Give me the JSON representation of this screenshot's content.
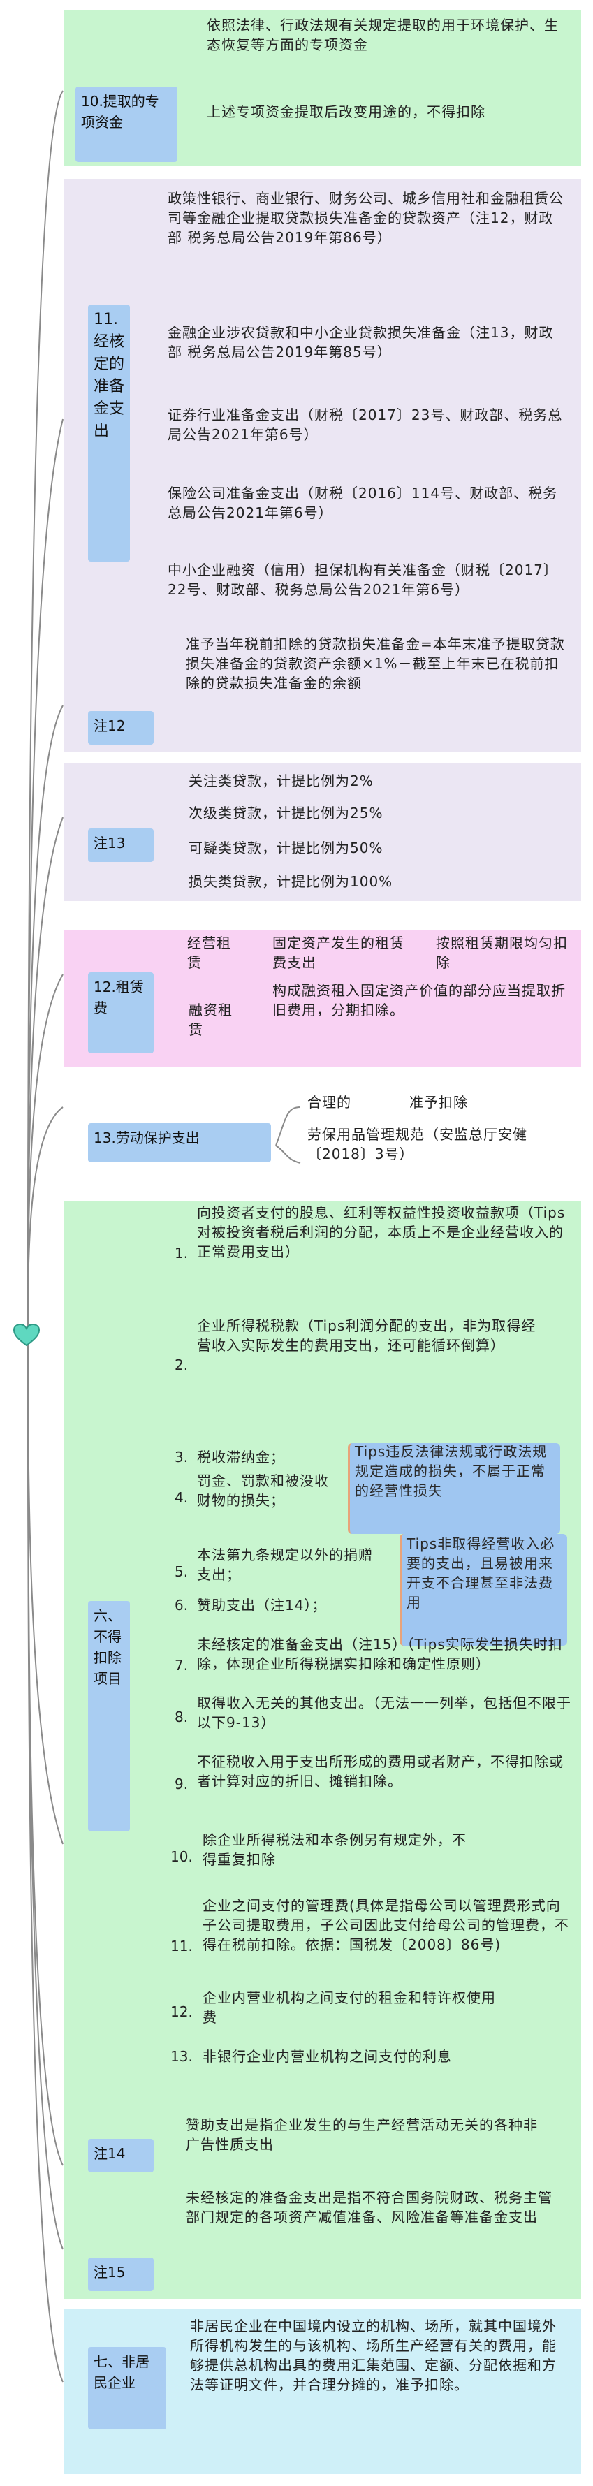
{
  "sec10": {
    "label": "10.提取的专项资金",
    "items": [
      "依照法律、行政法规有关规定提取的用于环境保护、生态恢复等方面的专项资金",
      "上述专项资金提取后改变用途的，不得扣除"
    ]
  },
  "sec11": {
    "label": "11.经核定的准备金支出",
    "items": [
      "政策性银行、商业银行、财务公司、城乡信用社和金融租赁公司等金融企业提取贷款损失准备金的贷款资产（注12，财政部 税务总局公告2019年第86号）",
      "金融企业涉农贷款和中小企业贷款损失准备金（注13，财政部 税务总局公告2019年第85号）",
      "证券行业准备金支出（财税〔2017〕23号、财政部、税务总局公告2021年第6号）",
      "保险公司准备金支出（财税〔2016〕114号、财政部、税务总局公告2021年第6号）",
      "中小企业融资（信用）担保机构有关准备金（财税〔2017〕22号、财政部、税务总局公告2021年第6号）"
    ]
  },
  "note12": {
    "label": "注12",
    "text": "准予当年税前扣除的贷款损失准备金=本年末准予提取贷款损失准备金的贷款资产余额×1%－截至上年末已在税前扣除的贷款损失准备金的余额"
  },
  "note13": {
    "label": "注13",
    "items": [
      "关注类贷款，计提比例为2%",
      "次级类贷款，计提比例为25%",
      "可疑类贷款，计提比例为50%",
      "损失类贷款，计提比例为100%"
    ]
  },
  "sec12": {
    "label": "12.租赁费",
    "op_label": "经营租赁",
    "op_mid": "固定资产发生的租赁费支出",
    "op_right": "按照租赁期限均匀扣除",
    "fin_label": "融资租赁",
    "fin_text": "构成融资租入固定资产价值的部分应当提取折旧费用，分期扣除。"
  },
  "sec13": {
    "label": "13.劳动保护支出",
    "item1_a": "合理的",
    "item1_b": "准予扣除",
    "item2": "劳保用品管理规范（安监总厅安健〔2018〕3号）"
  },
  "sec6": {
    "label": "六、不得扣除项目",
    "items": [
      {
        "num": "1.",
        "text": "向投资者支付的股息、红利等权益性投资收益款项（Tips对被投资者税后利润的分配，本质上不是企业经营收入的正常费用支出）"
      },
      {
        "num": "2.",
        "text": "企业所得税税款（Tips利润分配的支出，非为取得经营收入实际发生的费用支出，还可能循环倒算）"
      },
      {
        "num": "3.",
        "text": "税收滞纳金；"
      },
      {
        "num": "4.",
        "text": "罚金、罚款和被没收财物的损失；"
      },
      {
        "num": "5.",
        "text": "本法第九条规定以外的捐赠支出；"
      },
      {
        "num": "6.",
        "text": "赞助支出（注14）；"
      },
      {
        "num": "7.",
        "text": "未经核定的准备金支出（注15）（Tips实际发生损失时扣除，体现企业所得税据实扣除和确定性原则）"
      },
      {
        "num": "8.",
        "text": "取得收入无关的其他支出。（无法一一列举，包括但不限于以下9-13）"
      },
      {
        "num": "9.",
        "text": "不征税收入用于支出所形成的费用或者财产，不得扣除或者计算对应的折旧、摊销扣除。"
      },
      {
        "num": "10.",
        "text": "除企业所得税法和本条例另有规定外，不得重复扣除"
      },
      {
        "num": "11.",
        "text": "企业之间支付的管理费(具体是指母公司以管理费形式向子公司提取费用，子公司因此支付给母公司的管理费，不得在税前扣除。依据：国税发〔2008〕86号)"
      },
      {
        "num": "12.",
        "text": "企业内营业机构之间支付的租金和特许权使用费"
      },
      {
        "num": "13.",
        "text": "非银行企业内营业机构之间支付的利息"
      }
    ],
    "tip_a": "Tips违反法律法规或行政法规规定造成的损失，不属于正常的经营性损失",
    "tip_b": "Tips非取得经营收入必要的支出，且易被用来开支不合理甚至非法费用"
  },
  "note14": {
    "label": "注14",
    "text": "赞助支出是指企业发生的与生产经营活动无关的各种非广告性质支出"
  },
  "note15": {
    "label": "注15",
    "text": "未经核定的准备金支出是指不符合国务院财政、税务主管部门规定的各项资产减值准备、风险准备等准备金支出"
  },
  "sec7": {
    "label": "七、非居民企业",
    "text": "非居民企业在中国境内设立的机构、场所，就其中国境外所得机构发生的与该机构、场所生产经营有关的费用，能够提供总机构出具的费用汇集范围、定额、分配依据和方法等证明文件，并合理分摊的，准予扣除。"
  },
  "colors": {
    "green": "#c8f5cf",
    "lavender": "#ebe6f3",
    "pink": "#f9d2f3",
    "blue_label": "#a9cdf2",
    "cyan": "#cff0f8",
    "tip_blue": "#9fc6f1",
    "line": "#8a8a8a"
  },
  "icons": {
    "root": "heart-icon"
  }
}
